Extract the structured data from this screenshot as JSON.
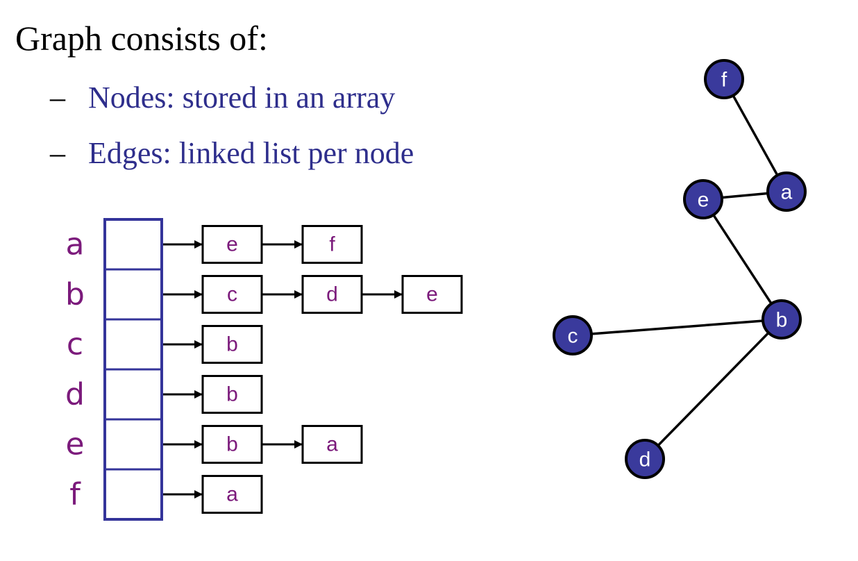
{
  "title": "Graph consists of:",
  "bullets": [
    {
      "dash": "–",
      "text": "Nodes: stored in an array"
    },
    {
      "dash": "–",
      "text": "Edges: linked list per node"
    }
  ],
  "colors": {
    "text": "#000000",
    "accent": "#2e2e8c",
    "label": "#7b1a7b",
    "array_border": "#34349a",
    "node_fill": "#3a3a9c",
    "node_stroke": "#000000",
    "edge": "#000000"
  },
  "adjacency": {
    "rows": [
      {
        "label": "a",
        "neighbors": [
          "e",
          "f"
        ]
      },
      {
        "label": "b",
        "neighbors": [
          "c",
          "d",
          "e"
        ]
      },
      {
        "label": "c",
        "neighbors": [
          "b"
        ]
      },
      {
        "label": "d",
        "neighbors": [
          "b"
        ]
      },
      {
        "label": "e",
        "neighbors": [
          "b",
          "a"
        ]
      },
      {
        "label": "f",
        "neighbors": [
          "a"
        ]
      }
    ]
  },
  "graph": {
    "nodes": [
      {
        "id": "f",
        "label": "f"
      },
      {
        "id": "a",
        "label": "a"
      },
      {
        "id": "e",
        "label": "e"
      },
      {
        "id": "b",
        "label": "b"
      },
      {
        "id": "c",
        "label": "c"
      },
      {
        "id": "d",
        "label": "d"
      }
    ],
    "edges": [
      [
        "f",
        "a"
      ],
      [
        "a",
        "e"
      ],
      [
        "e",
        "b"
      ],
      [
        "b",
        "c"
      ],
      [
        "b",
        "d"
      ]
    ]
  }
}
